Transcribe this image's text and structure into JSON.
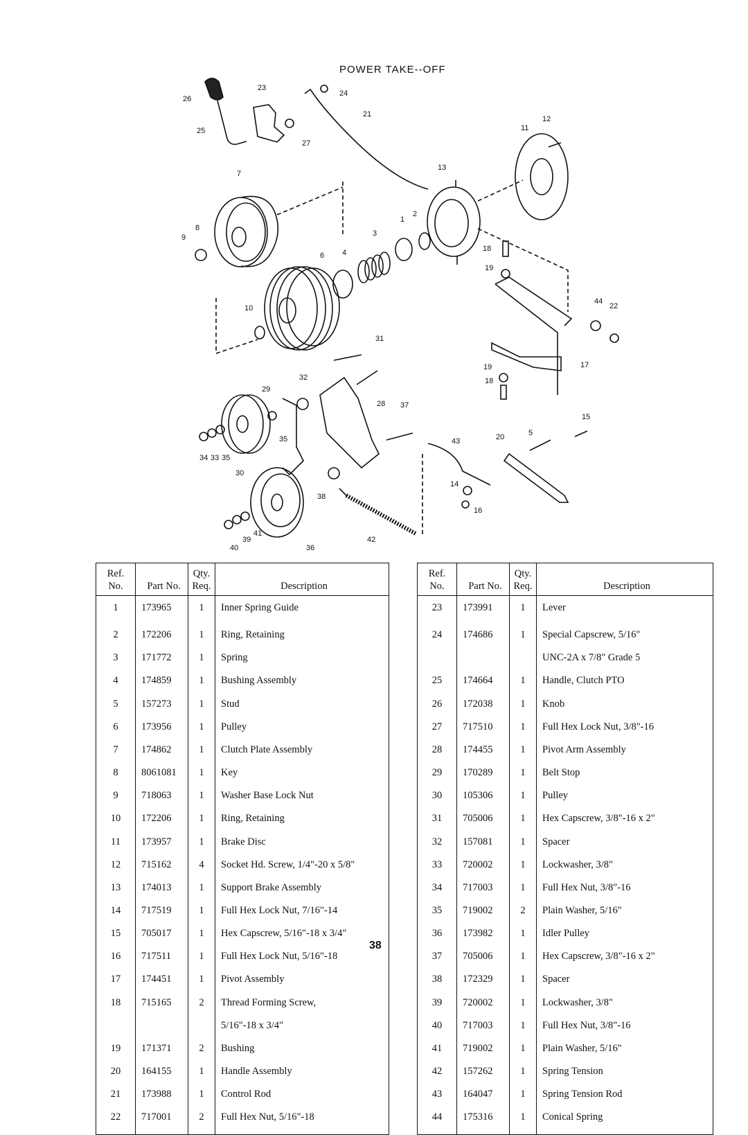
{
  "title": "POWER TAKE--OFF",
  "page_number": "38",
  "callouts": [
    "26",
    "23",
    "24",
    "25",
    "27",
    "21",
    "11",
    "12",
    "13",
    "7",
    "8",
    "9",
    "1",
    "2",
    "3",
    "4",
    "6",
    "18",
    "19",
    "44",
    "22",
    "10",
    "31",
    "17",
    "32",
    "29",
    "28",
    "37",
    "15",
    "35",
    "34",
    "33",
    "5",
    "20",
    "43",
    "30",
    "14",
    "16",
    "38",
    "41",
    "39",
    "40",
    "36",
    "42"
  ],
  "table_headers": {
    "ref": "Ref.",
    "no": "No.",
    "part": "Part No.",
    "qty": "Qty.",
    "req": "Req.",
    "desc": "Description"
  },
  "left_rows": [
    {
      "ref": "1",
      "part": "173965",
      "qty": "1",
      "desc": "Inner Spring Guide"
    },
    {
      "ref": "2",
      "part": "172206",
      "qty": "1",
      "desc": "Ring, Retaining"
    },
    {
      "ref": "3",
      "part": "171772",
      "qty": "1",
      "desc": "Spring"
    },
    {
      "ref": "4",
      "part": "174859",
      "qty": "1",
      "desc": "Bushing Assembly"
    },
    {
      "ref": "5",
      "part": "157273",
      "qty": "1",
      "desc": "Stud"
    },
    {
      "ref": "6",
      "part": "173956",
      "qty": "1",
      "desc": "Pulley"
    },
    {
      "ref": "7",
      "part": "174862",
      "qty": "1",
      "desc": "Clutch Plate Assembly"
    },
    {
      "ref": "8",
      "part": "8061081",
      "qty": "1",
      "desc": "Key"
    },
    {
      "ref": "9",
      "part": "718063",
      "qty": "1",
      "desc": "Washer Base Lock Nut"
    },
    {
      "ref": "10",
      "part": "172206",
      "qty": "1",
      "desc": "Ring, Retaining"
    },
    {
      "ref": "11",
      "part": "173957",
      "qty": "1",
      "desc": "Brake Disc"
    },
    {
      "ref": "12",
      "part": "715162",
      "qty": "4",
      "desc": "Socket Hd. Screw, 1/4\"-20 x 5/8\""
    },
    {
      "ref": "13",
      "part": "174013",
      "qty": "1",
      "desc": "Support Brake Assembly"
    },
    {
      "ref": "14",
      "part": "717519",
      "qty": "1",
      "desc": "Full Hex Lock Nut, 7/16\"-14"
    },
    {
      "ref": "15",
      "part": "705017",
      "qty": "1",
      "desc": "Hex Capscrew, 5/16\"-18 x 3/4\""
    },
    {
      "ref": "16",
      "part": "717511",
      "qty": "1",
      "desc": "Full Hex Lock Nut, 5/16\"-18"
    },
    {
      "ref": "17",
      "part": "174451",
      "qty": "1",
      "desc": "Pivot Assembly"
    },
    {
      "ref": "18",
      "part": "715165",
      "qty": "2",
      "desc": "Thread Forming Screw,"
    },
    {
      "ref": "",
      "part": "",
      "qty": "",
      "desc": "  5/16\"-18 x 3/4\""
    },
    {
      "ref": "19",
      "part": "171371",
      "qty": "2",
      "desc": "Bushing"
    },
    {
      "ref": "20",
      "part": "164155",
      "qty": "1",
      "desc": "Handle Assembly"
    },
    {
      "ref": "21",
      "part": "173988",
      "qty": "1",
      "desc": "Control Rod"
    },
    {
      "ref": "22",
      "part": "717001",
      "qty": "2",
      "desc": "Full Hex Nut, 5/16\"-18"
    }
  ],
  "right_rows": [
    {
      "ref": "23",
      "part": "173991",
      "qty": "1",
      "desc": "Lever"
    },
    {
      "ref": "24",
      "part": "174686",
      "qty": "1",
      "desc": "Special Capscrew, 5/16\""
    },
    {
      "ref": "",
      "part": "",
      "qty": "",
      "desc": "  UNC-2A x 7/8\" Grade 5"
    },
    {
      "ref": "25",
      "part": "174664",
      "qty": "1",
      "desc": "Handle, Clutch PTO"
    },
    {
      "ref": "26",
      "part": "172038",
      "qty": "1",
      "desc": "Knob"
    },
    {
      "ref": "27",
      "part": "717510",
      "qty": "1",
      "desc": "Full Hex Lock Nut, 3/8\"-16"
    },
    {
      "ref": "28",
      "part": "174455",
      "qty": "1",
      "desc": "Pivot Arm Assembly"
    },
    {
      "ref": "29",
      "part": "170289",
      "qty": "1",
      "desc": "Belt Stop"
    },
    {
      "ref": "30",
      "part": "105306",
      "qty": "1",
      "desc": "Pulley"
    },
    {
      "ref": "31",
      "part": "705006",
      "qty": "1",
      "desc": "Hex Capscrew, 3/8\"-16 x 2\""
    },
    {
      "ref": "32",
      "part": "157081",
      "qty": "1",
      "desc": "Spacer"
    },
    {
      "ref": "33",
      "part": "720002",
      "qty": "1",
      "desc": "Lockwasher, 3/8\""
    },
    {
      "ref": "34",
      "part": "717003",
      "qty": "1",
      "desc": "Full Hex Nut, 3/8\"-16"
    },
    {
      "ref": "35",
      "part": "719002",
      "qty": "2",
      "desc": "Plain Washer, 5/16\""
    },
    {
      "ref": "36",
      "part": "173982",
      "qty": "1",
      "desc": "Idler Pulley"
    },
    {
      "ref": "37",
      "part": "705006",
      "qty": "1",
      "desc": "Hex Capscrew, 3/8\"-16 x 2\""
    },
    {
      "ref": "38",
      "part": "172329",
      "qty": "1",
      "desc": "Spacer"
    },
    {
      "ref": "39",
      "part": "720002",
      "qty": "1",
      "desc": "Lockwasher, 3/8\""
    },
    {
      "ref": "40",
      "part": "717003",
      "qty": "1",
      "desc": "Full Hex Nut, 3/8\"-16"
    },
    {
      "ref": "41",
      "part": "719002",
      "qty": "1",
      "desc": "Plain Washer, 5/16\""
    },
    {
      "ref": "42",
      "part": "157262",
      "qty": "1",
      "desc": "Spring Tension"
    },
    {
      "ref": "43",
      "part": "164047",
      "qty": "1",
      "desc": "Spring Tension Rod"
    },
    {
      "ref": "44",
      "part": "175316",
      "qty": "1",
      "desc": "Conical Spring"
    }
  ]
}
